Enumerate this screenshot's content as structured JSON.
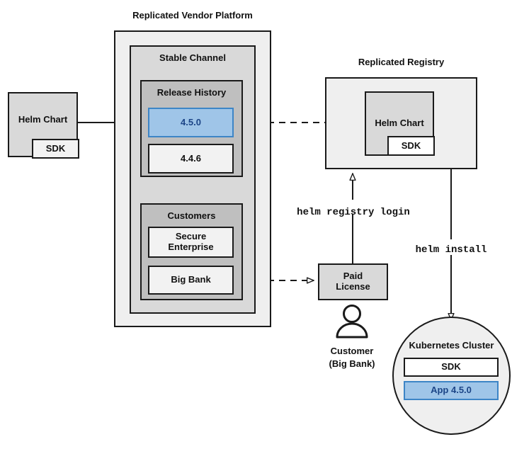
{
  "diagram": {
    "title_vendor_platform": "Replicated Vendor Platform",
    "title_registry": "Replicated Registry"
  },
  "source_chart": {
    "label": "Helm Chart",
    "sdk_label": "SDK"
  },
  "vendor_platform": {
    "channel_label": "Stable Channel",
    "release_history": {
      "label": "Release History",
      "versions": [
        {
          "version": "4.5.0",
          "highlighted": true
        },
        {
          "version": "4.4.6",
          "highlighted": false
        }
      ]
    },
    "customers": {
      "label": "Customers",
      "items": [
        {
          "name": "Secure\nEnterprise"
        },
        {
          "name": "Big Bank"
        }
      ],
      "item_0_line1": "Secure",
      "item_0_line2": "Enterprise",
      "item_1_name": "Big Bank"
    }
  },
  "registry": {
    "chart_label": "Helm Chart",
    "sdk_label": "SDK"
  },
  "license": {
    "line1": "Paid",
    "line2": "License"
  },
  "customer_actor": {
    "icon": "person-icon",
    "line1": "Customer",
    "line2": "(Big Bank)"
  },
  "commands": {
    "registry_login": "helm registry login",
    "install": "helm install"
  },
  "cluster": {
    "label": "Kubernetes Cluster",
    "sdk_label": "SDK",
    "app_label": "App 4.5.0"
  },
  "colors": {
    "highlight_fill": "#9fc5e8",
    "highlight_border": "#3d85c6",
    "highlight_text": "#1c4587",
    "stroke": "#1a1a1a",
    "shade_outer": "#efefef",
    "shade_mid": "#d9d9d9",
    "shade_dark": "#bfbfbf"
  }
}
